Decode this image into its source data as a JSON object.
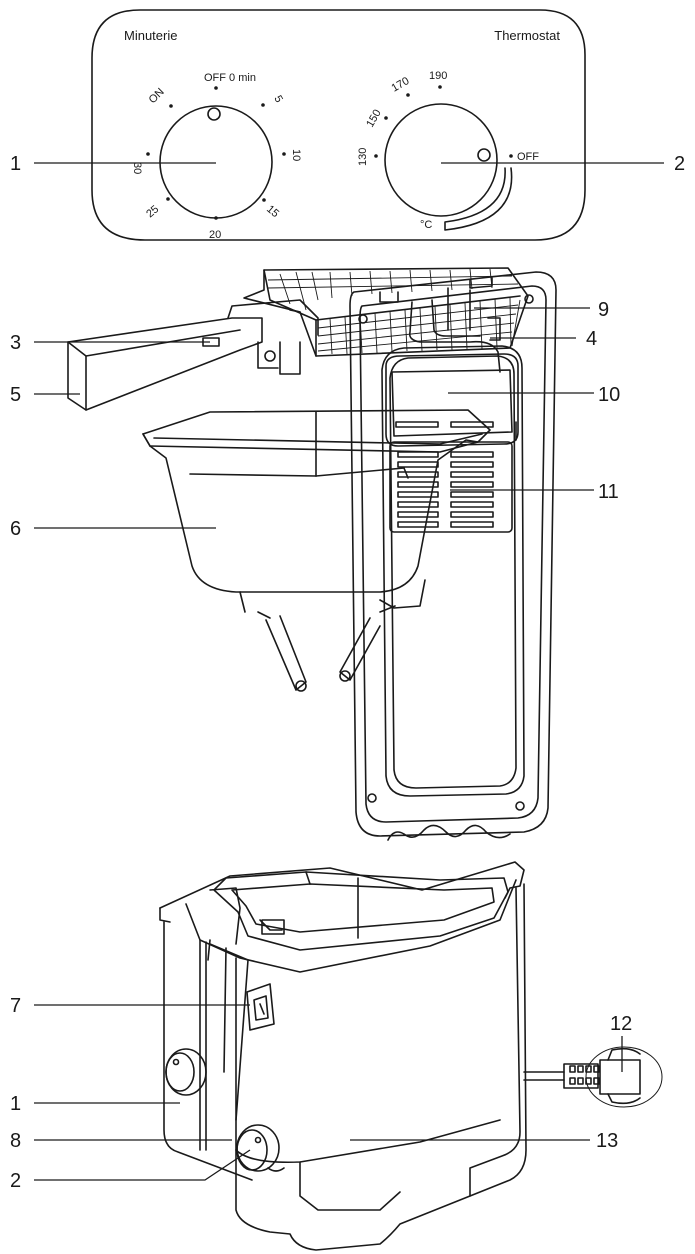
{
  "panel": {
    "timer_label": "Minuterie",
    "thermostat_label": "Thermostat",
    "timer_marks": {
      "off": "OFF 0 min",
      "five": "5",
      "ten": "10",
      "fifteen": "15",
      "twenty": "20",
      "twentyfive": "25",
      "thirty": "30",
      "on": "ON"
    },
    "thermo_marks": {
      "t130": "130",
      "t150": "150",
      "t170": "170",
      "t190": "190",
      "off": "OFF",
      "unit": "°C"
    }
  },
  "callouts": {
    "c1_top": "1",
    "c2_top": "2",
    "c3": "3",
    "c4": "4",
    "c5": "5",
    "c6": "6",
    "c7": "7",
    "c1_bottom": "1",
    "c8": "8",
    "c2_bottom": "2",
    "c9": "9",
    "c10": "10",
    "c11": "11",
    "c12": "12",
    "c13": "13"
  }
}
